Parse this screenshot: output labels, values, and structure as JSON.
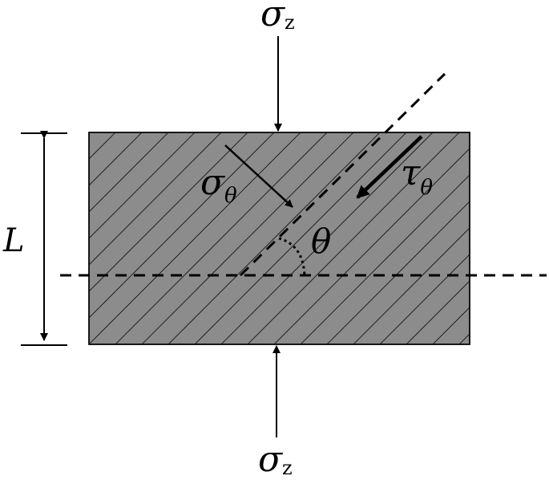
{
  "diagram": {
    "labels": {
      "length": "L",
      "angle": "θ",
      "sigma_z_top": {
        "symbol": "σ",
        "subscript": "z"
      },
      "sigma_z_bottom": {
        "symbol": "σ",
        "subscript": "z"
      },
      "sigma_theta": {
        "symbol": "σ",
        "subscript": "θ"
      },
      "tau_theta": {
        "symbol": "τ",
        "subscript": "θ"
      }
    },
    "colors": {
      "specimen_fill": "#8c8c8c",
      "stroke": "#000000",
      "background": "#ffffff"
    }
  }
}
